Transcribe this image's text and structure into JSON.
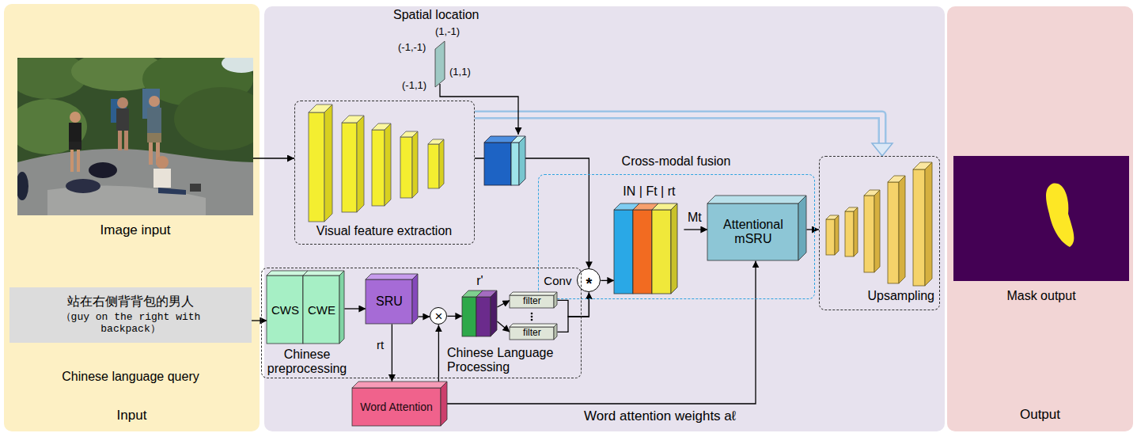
{
  "diagram": {
    "nodes": [
      {
        "text": [
          "Input"
        ]
      },
      {
        "text": [
          "Image input"
        ],
        "in": 0
      },
      {
        "text": [
          "站在右侧背背包的男人",
          "（guy on the right with backpack）",
          "Chinese language query"
        ],
        "in": 0
      },
      {
        "text": [
          "Visual feature extraction"
        ]
      },
      {
        "text": [
          "Cross-modal fusion"
        ]
      },
      {
        "text": [
          "Conv",
          "*"
        ],
        "in": 4
      },
      {
        "text": [
          "IN | Ft | rt"
        ],
        "in": 4
      },
      {
        "text": [
          "Attentional mSRU"
        ],
        "in": 4
      },
      {
        "text": [
          "Upsampling"
        ]
      },
      {
        "text": [
          "Chinese Language Processing"
        ]
      },
      {
        "text": [
          "CWS"
        ],
        "in": 9
      },
      {
        "text": [
          "CWE"
        ],
        "in": 9
      },
      {
        "text": [
          "SRU"
        ],
        "in": 9
      },
      {
        "text": [
          "×"
        ],
        "in": 9
      },
      {
        "text": [
          "r'"
        ],
        "in": 9
      },
      {
        "text": [
          "filter"
        ],
        "in": 9
      },
      {
        "text": [
          "filter"
        ],
        "in": 9
      },
      {
        "text": [
          "Word Attention"
        ]
      },
      {
        "text": [
          "Output"
        ]
      },
      {
        "text": [
          "Mask output"
        ],
        "in": 18
      }
    ],
    "edges": [
      {
        "from": 1,
        "to": 3,
        "arrow": "to"
      },
      {
        "from": 3,
        "to": 5,
        "arrow": "to"
      },
      {
        "from": 3,
        "to": 8,
        "arrow": "to"
      },
      {
        "from": 2,
        "to": 10,
        "arrow": "to"
      },
      {
        "from": 11,
        "to": 12,
        "arrow": "to"
      },
      {
        "from": 12,
        "to": 13,
        "arrow": "to"
      },
      {
        "from": 13,
        "to": 14,
        "arrow": "to"
      },
      {
        "from": 14,
        "to": 15,
        "arrow": "to"
      },
      {
        "from": 14,
        "to": 16,
        "arrow": "to"
      },
      {
        "from": 15,
        "to": 5,
        "arrow": "to"
      },
      {
        "from": 16,
        "to": 5,
        "arrow": "to"
      },
      {
        "from": 12,
        "to": 17,
        "label": "rt",
        "arrow": "to"
      },
      {
        "from": 17,
        "to": 13,
        "arrow": "to"
      },
      {
        "from": 17,
        "to": 7,
        "label": "Word attention weights aℓ",
        "arrow": "to"
      },
      {
        "from": 5,
        "to": 6,
        "arrow": "to"
      },
      {
        "from": 6,
        "to": 7,
        "label": "Mt",
        "arrow": "to"
      },
      {
        "from": 7,
        "to": 8,
        "arrow": "to"
      }
    ],
    "labels": [
      "Spatial location",
      "(1,-1)",
      "(-1,-1)",
      "(1,1)",
      "(-1,1)",
      "Chinese preprocessing"
    ]
  }
}
